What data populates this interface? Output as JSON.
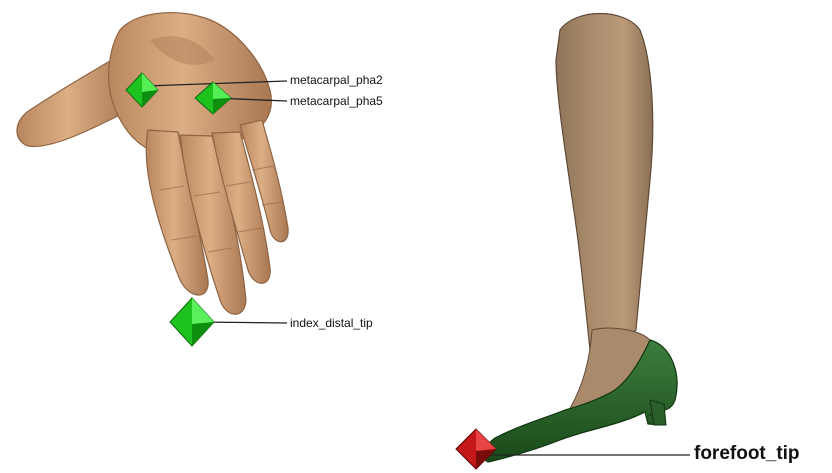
{
  "colors": {
    "skin": "#d3a47a",
    "skin_shadow": "#a97a55",
    "skin_highlight": "#e8c19d",
    "shoe": "#2f6a2f",
    "shoe_dark": "#1c4a1c",
    "marker_hand": "#22d322",
    "marker_hand_dark": "#0f8f0f",
    "marker_foot": "#c41818",
    "marker_foot_dark": "#7a0b0b",
    "leader_line": "#222222"
  },
  "markers": [
    {
      "id": "metacarpal_pha2",
      "label": "metacarpal_pha2",
      "segment": "hand",
      "marker_color": "green",
      "icon": "octahedron-marker"
    },
    {
      "id": "metacarpal_pha5",
      "label": "metacarpal_pha5",
      "segment": "hand",
      "marker_color": "green",
      "icon": "octahedron-marker"
    },
    {
      "id": "index_distal_tip",
      "label": "index_distal_tip",
      "segment": "hand",
      "marker_color": "green",
      "icon": "octahedron-marker"
    },
    {
      "id": "forefoot_tip",
      "label": "forefoot_tip",
      "segment": "foot",
      "marker_color": "red",
      "icon": "octahedron-marker"
    }
  ]
}
